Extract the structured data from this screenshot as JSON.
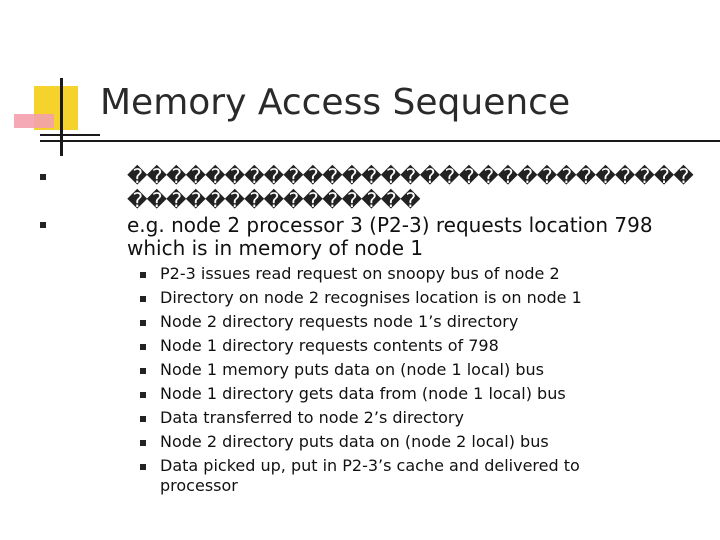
{
  "slide": {
    "title": "Memory Access Sequence",
    "bullets": [
      {
        "text": "��������������������������������������������"
      },
      {
        "text": "e.g. node 2 processor 3 (P2-3) requests location 798",
        "text2": "which is in memory of node 1"
      }
    ],
    "sub_bullets": [
      "P2-3 issues read request on snoopy bus of node 2",
      "Directory on node 2 recognises location is on node 1",
      "Node 2 directory requests node 1’s directory",
      "Node 1 directory requests contents of 798",
      "Node 1 memory puts data on (node 1 local) bus",
      "Node 1 directory gets data from (node 1 local) bus",
      "Data transferred to node 2’s directory",
      "Node 2 directory puts data on (node 2 local) bus",
      "Data picked up, put in P2-3’s cache and delivered to processor"
    ]
  },
  "colors": {
    "deco_yellow": "#f5d32c",
    "deco_pink": "#f3a0ad",
    "rule": "#1a1a1a"
  }
}
